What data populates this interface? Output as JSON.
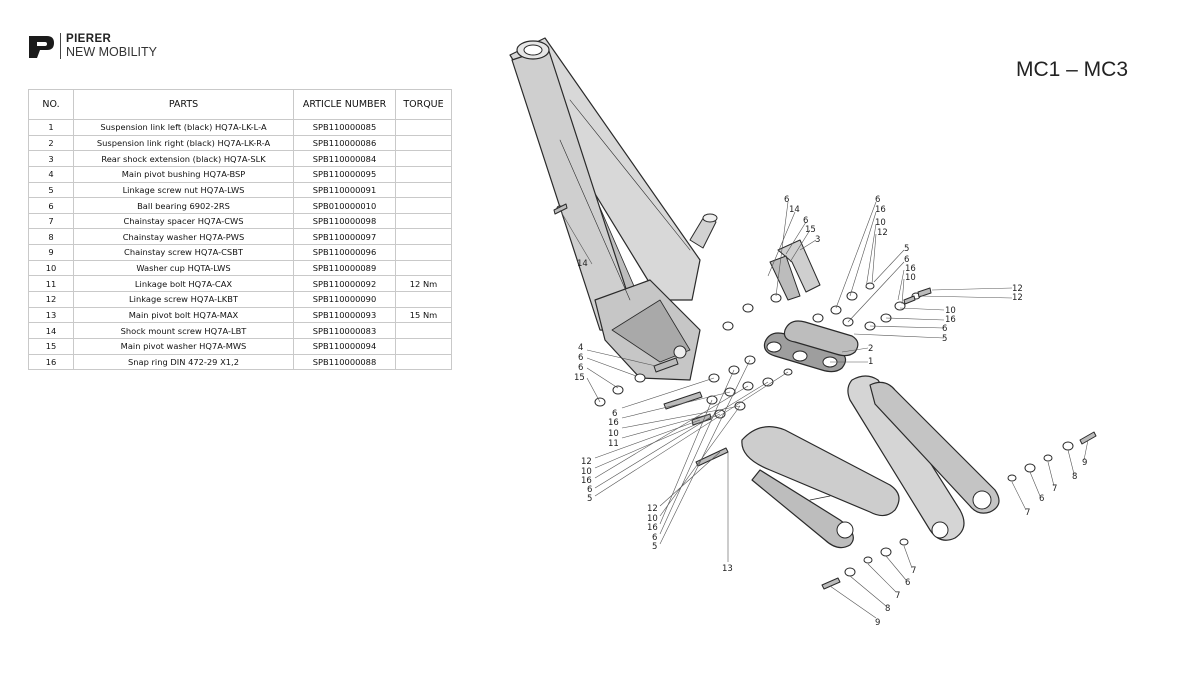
{
  "brand": {
    "name": "PIERER",
    "subtitle": "NEW MOBILITY"
  },
  "model_title": "MC1 – MC3",
  "table": {
    "headers": [
      "NO.",
      "PARTS",
      "ARTICLE NUMBER",
      "TORQUE"
    ],
    "rows": [
      [
        "1",
        "Suspension link left (black) HQ7A-LK-L-A",
        "SPB110000085",
        ""
      ],
      [
        "2",
        "Suspension link right (black) HQ7A-LK-R-A",
        "SPB110000086",
        ""
      ],
      [
        "3",
        "Rear shock extension (black) HQ7A-SLK",
        "SPB110000084",
        ""
      ],
      [
        "4",
        "Main pivot bushing HQ7A-BSP",
        "SPB110000095",
        ""
      ],
      [
        "5",
        "Linkage screw nut HQ7A-LWS",
        "SPB110000091",
        ""
      ],
      [
        "6",
        "Ball bearing 6902-2RS",
        "SPB010000010",
        ""
      ],
      [
        "7",
        "Chainstay spacer HQ7A-CWS",
        "SPB110000098",
        ""
      ],
      [
        "8",
        "Chainstay washer HQ7A-PWS",
        "SPB110000097",
        ""
      ],
      [
        "9",
        "Chainstay screw HQ7A-CSBT",
        "SPB110000096",
        ""
      ],
      [
        "10",
        "Washer cup HQTA-LWS",
        "SPB110000089",
        ""
      ],
      [
        "11",
        "Linkage bolt HQ7A-CAX",
        "SPB110000092",
        "12 Nm"
      ],
      [
        "12",
        "Linkage screw HQ7A-LKBT",
        "SPB110000090",
        ""
      ],
      [
        "13",
        "Main pivot bolt HQ7A-MAX",
        "SPB110000093",
        "15 Nm"
      ],
      [
        "14",
        "Shock mount screw HQ7A-LBT",
        "SPB110000083",
        ""
      ],
      [
        "15",
        "Main pivot washer HQ7A-MWS",
        "SPB110000094",
        ""
      ],
      [
        "16",
        "Snap ring DIN 472-29 X1,2",
        "SPB110000088",
        ""
      ]
    ]
  },
  "callouts": [
    "1",
    "2",
    "3",
    "4",
    "5",
    "6",
    "7",
    "8",
    "9",
    "10",
    "11",
    "12",
    "13",
    "14",
    "15",
    "16"
  ]
}
